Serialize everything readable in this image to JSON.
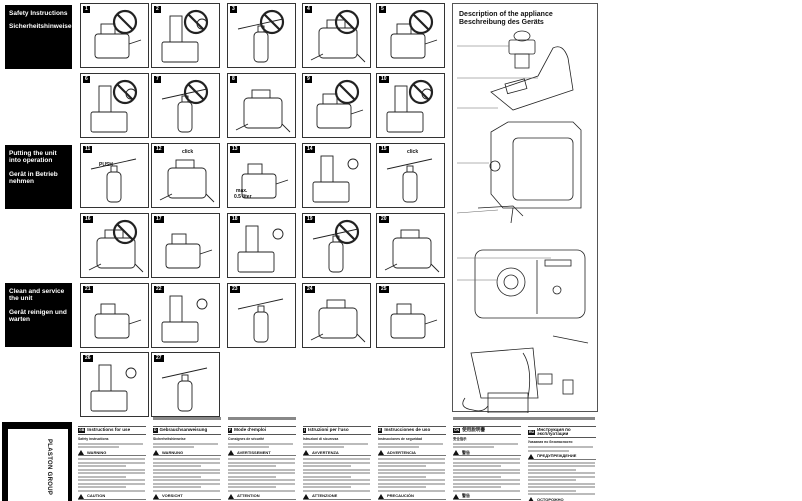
{
  "sections": [
    {
      "en": "Safety Instructions",
      "de": "Sicherheitshinweise"
    },
    {
      "en": "Putting the unit into operation",
      "de": "Gerät in Betrieb nehmen"
    },
    {
      "en": "Clean and service the unit",
      "de": "Gerät reinigen und warten"
    }
  ],
  "steps": [
    "1",
    "2",
    "3",
    "4",
    "5",
    "6",
    "7",
    "8",
    "9",
    "10",
    "11",
    "12",
    "13",
    "14",
    "15",
    "16",
    "17",
    "18",
    "19",
    "20",
    "21",
    "22",
    "23",
    "24",
    "25",
    "26",
    "27"
  ],
  "step_labels": {
    "push": "PUSH",
    "click": "click",
    "max": "max.",
    "volume": "0.5 liter"
  },
  "description": {
    "title_en": "Description of the appliance",
    "title_de": "Beschreibung des Geräts"
  },
  "brand": {
    "logo": "PLASTON GROUP"
  },
  "languages": [
    {
      "code": "GB",
      "title": "Instructions for use",
      "sub": "Safety instructions",
      "warn1": "WARNING",
      "warn2": "CAUTION"
    },
    {
      "code": "D",
      "title": "Gebrauchsanweisung",
      "sub": "Sicherheitshinweise",
      "warn1": "WARNUNG",
      "warn2": "VORSICHT"
    },
    {
      "code": "F",
      "title": "Mode d'emploi",
      "sub": "Consignes de sécurité",
      "warn1": "AVERTISSEMENT",
      "warn2": "ATTENTION"
    },
    {
      "code": "I",
      "title": "Istruzioni per l'uso",
      "sub": "Istruzioni di sicurezza",
      "warn1": "AVVERTENZA",
      "warn2": "ATTENZIONE"
    },
    {
      "code": "E",
      "title": "Instrucciones de uso",
      "sub": "Instrucciones de seguridad",
      "warn1": "ADVERTENCIA",
      "warn2": "PRECAUCIÓN"
    },
    {
      "code": "CN",
      "title": "使用說明書",
      "sub": "安全指示",
      "warn1": "警告",
      "warn2": "警告"
    },
    {
      "code": "RU",
      "title": "Инструкция по эксплуатации",
      "sub": "Указания по безопасности",
      "warn1": "ПРЕДУПРЕЖДЕНИЕ",
      "warn2": "ОСТОРОЖНО"
    }
  ]
}
